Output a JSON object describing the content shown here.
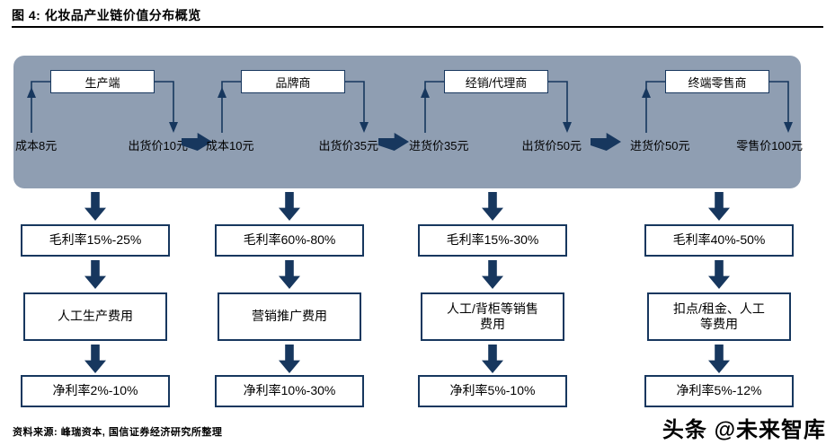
{
  "figure": {
    "title": "图 4:  化妆品产业链价值分布概览"
  },
  "chain": {
    "stages": [
      {
        "name": "生产端",
        "cost_label": "成本8元",
        "price_label": "出货价10元"
      },
      {
        "name": "品牌商",
        "cost_label": "成本10元",
        "price_label": "出货价35元"
      },
      {
        "name": "经销/代理商",
        "cost_label": "进货价35元",
        "price_label": "出货价50元"
      },
      {
        "name": "终端零售商",
        "cost_label": "进货价50元",
        "price_label": "零售价100元"
      }
    ]
  },
  "columns": [
    {
      "gross_margin": "毛利率15%-25%",
      "cost_item": "人工生产费用",
      "net_margin": "净利率2%-10%"
    },
    {
      "gross_margin": "毛利率60%-80%",
      "cost_item": "营销推广费用",
      "net_margin": "净利率10%-30%"
    },
    {
      "gross_margin": "毛利率15%-30%",
      "cost_item": "人工/背柜等销售\n费用",
      "net_margin": "净利率5%-10%"
    },
    {
      "gross_margin": "毛利率40%-50%",
      "cost_item": "扣点/租金、人工\n等费用",
      "net_margin": "净利率5%-12%"
    }
  ],
  "footer": {
    "source": "资料来源: 峰瑞资本, 国信证券经济研究所整理",
    "watermark": "头条 @未来智库"
  },
  "colors": {
    "navy": "#17375E",
    "panel_gray": "#8F9EB2"
  }
}
